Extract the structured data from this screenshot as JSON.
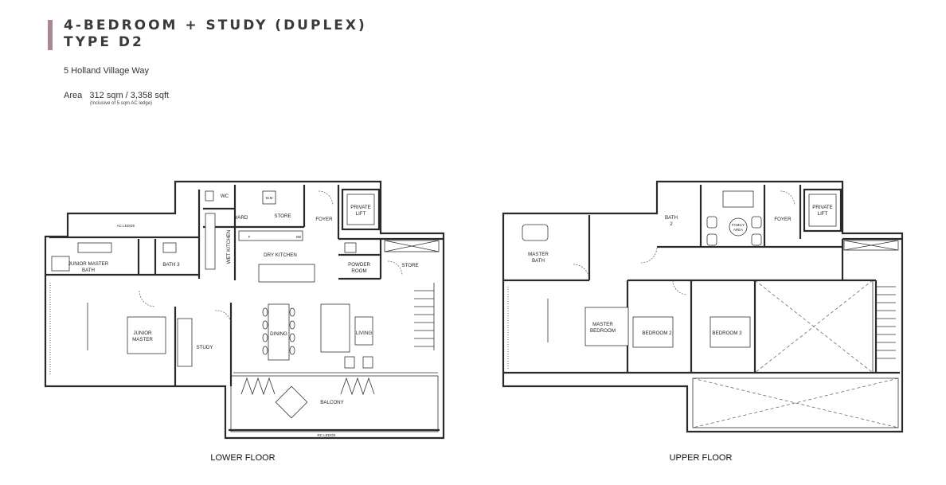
{
  "header": {
    "title_line1": "4-BEDROOM + STUDY (DUPLEX)",
    "title_line2": "TYPE D2",
    "address": "5 Holland Village Way",
    "area_label": "Area",
    "area_value": "312 sqm / 3,358 sqft",
    "area_note": "(Inclusive of 5 sqm AC ledge)",
    "accent_color": "#a9898f"
  },
  "lower_floor": {
    "caption": "LOWER FLOOR",
    "rooms": {
      "ac_ledge": "AC LEDGE",
      "wc": "WC",
      "wm": "W.M",
      "yard": "YARD",
      "store_top": "STORE",
      "foyer": "FOYER",
      "private_lift_1": "PRIVATE",
      "private_lift_2": "LIFT",
      "wet_kitchen": "WET KITCHEN",
      "f": "F",
      "db": "DB",
      "dry_kitchen": "DRY KITCHEN",
      "junior_master_bath": "JUNIOR MASTER",
      "junior_master_bath_2": "BATH",
      "bath3": "BATH 3",
      "powder_room_1": "POWDER",
      "powder_room_2": "ROOM",
      "store_right": "STORE",
      "junior_master_1": "JUNIOR",
      "junior_master_2": "MASTER",
      "study": "STUDY",
      "dining": "DINING",
      "living": "LIVING",
      "balcony": "BALCONY",
      "rc_ledge": "RC LEDGE"
    }
  },
  "upper_floor": {
    "caption": "UPPER FLOOR",
    "rooms": {
      "bath2_1": "BATH",
      "bath2_2": "2",
      "family_area_1": "FAMILY",
      "family_area_2": "AREA",
      "foyer": "FOYER",
      "private_lift_1": "PRIVATE",
      "private_lift_2": "LIFT",
      "master_bath_1": "MASTER",
      "master_bath_2": "BATH",
      "master_bedroom_1": "MASTER",
      "master_bedroom_2": "BEDROOM",
      "bedroom2": "BEDROOM 2",
      "bedroom3": "BEDROOM 3"
    }
  }
}
